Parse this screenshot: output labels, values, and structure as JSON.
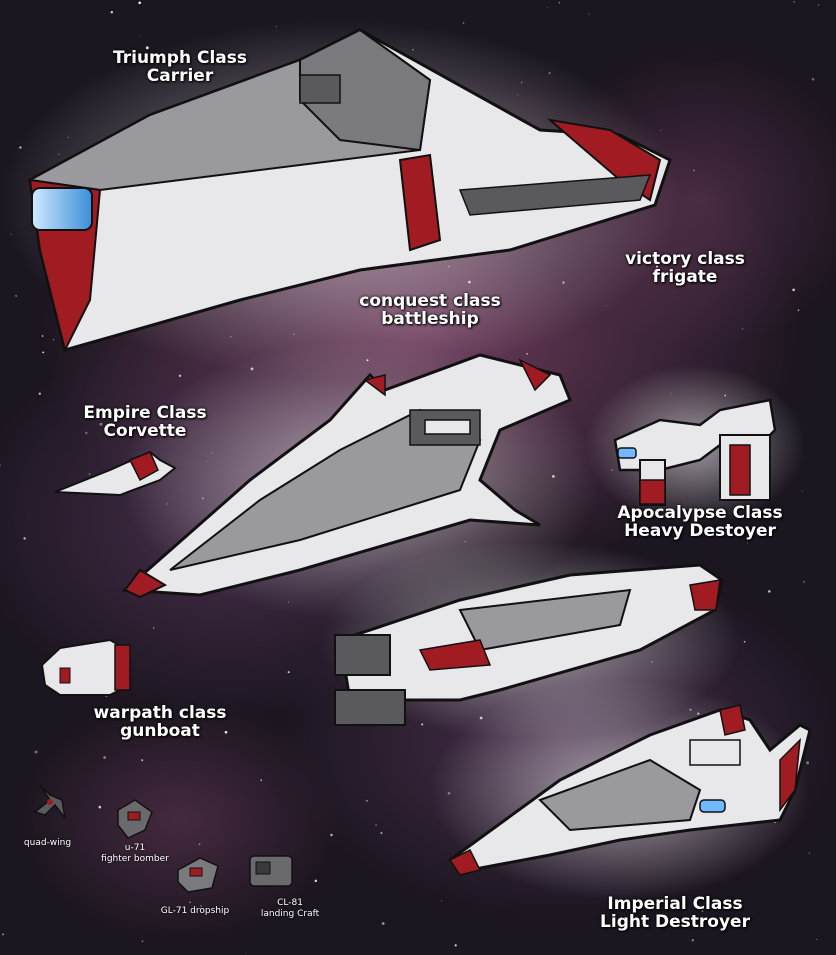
{
  "colors": {
    "hull": "#e8e8ea",
    "hull_shadow": "#9a9a9e",
    "dark_hull": "#5a5a5e",
    "accent_red": "#a01c22",
    "engine_glow": "#6fb9ff",
    "outline": "#111111",
    "space_bg": "#1c1620",
    "nebula": "#6e3a5a"
  },
  "ships": [
    {
      "id": "triumph",
      "icon": "carrier-ship-icon",
      "label_lines": [
        "Triumph Class",
        "Carrier"
      ]
    },
    {
      "id": "victory",
      "icon": "frigate-ship-icon",
      "label_lines": [
        "victory class",
        "frigate"
      ]
    },
    {
      "id": "conquest",
      "icon": "battleship-icon",
      "label_lines": [
        "conquest class",
        "battleship"
      ]
    },
    {
      "id": "empire",
      "icon": "corvette-ship-icon",
      "label_lines": [
        "Empire Class",
        "Corvette"
      ]
    },
    {
      "id": "apocalypse",
      "icon": "heavy-destroyer-ship-icon",
      "label_lines": [
        "Apocalypse Class",
        "Heavy Destoyer"
      ]
    },
    {
      "id": "warpath",
      "icon": "gunboat-ship-icon",
      "label_lines": [
        "warpath class",
        "gunboat"
      ]
    },
    {
      "id": "imperial",
      "icon": "light-destroyer-ship-icon",
      "label_lines": [
        "Imperial Class",
        "Light Destroyer"
      ]
    }
  ],
  "small_craft": [
    {
      "id": "quad_wing",
      "icon": "quad-wing-icon",
      "label_lines": [
        "quad-wing"
      ]
    },
    {
      "id": "u71",
      "icon": "fighter-bomber-icon",
      "label_lines": [
        "u-71",
        "fighter bomber"
      ]
    },
    {
      "id": "gl71",
      "icon": "dropship-icon",
      "label_lines": [
        "GL-71 dropship"
      ]
    },
    {
      "id": "cl81",
      "icon": "landing-craft-icon",
      "label_lines": [
        "CL-81",
        "landing Craft"
      ]
    }
  ]
}
